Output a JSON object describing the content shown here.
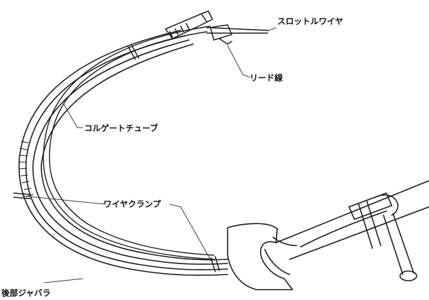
{
  "labels": {
    "throttle_wire": "スロットルワイヤ",
    "lead_wire": "リード線",
    "corrugated_tube": "コルゲートチューブ",
    "wire_clamp": "ワイヤクランプ",
    "rear_bellows": "後部ジャバラ"
  },
  "colors": {
    "line": "#1a1a1a",
    "leader": "#3a3a3a",
    "background": "#ffffff"
  }
}
